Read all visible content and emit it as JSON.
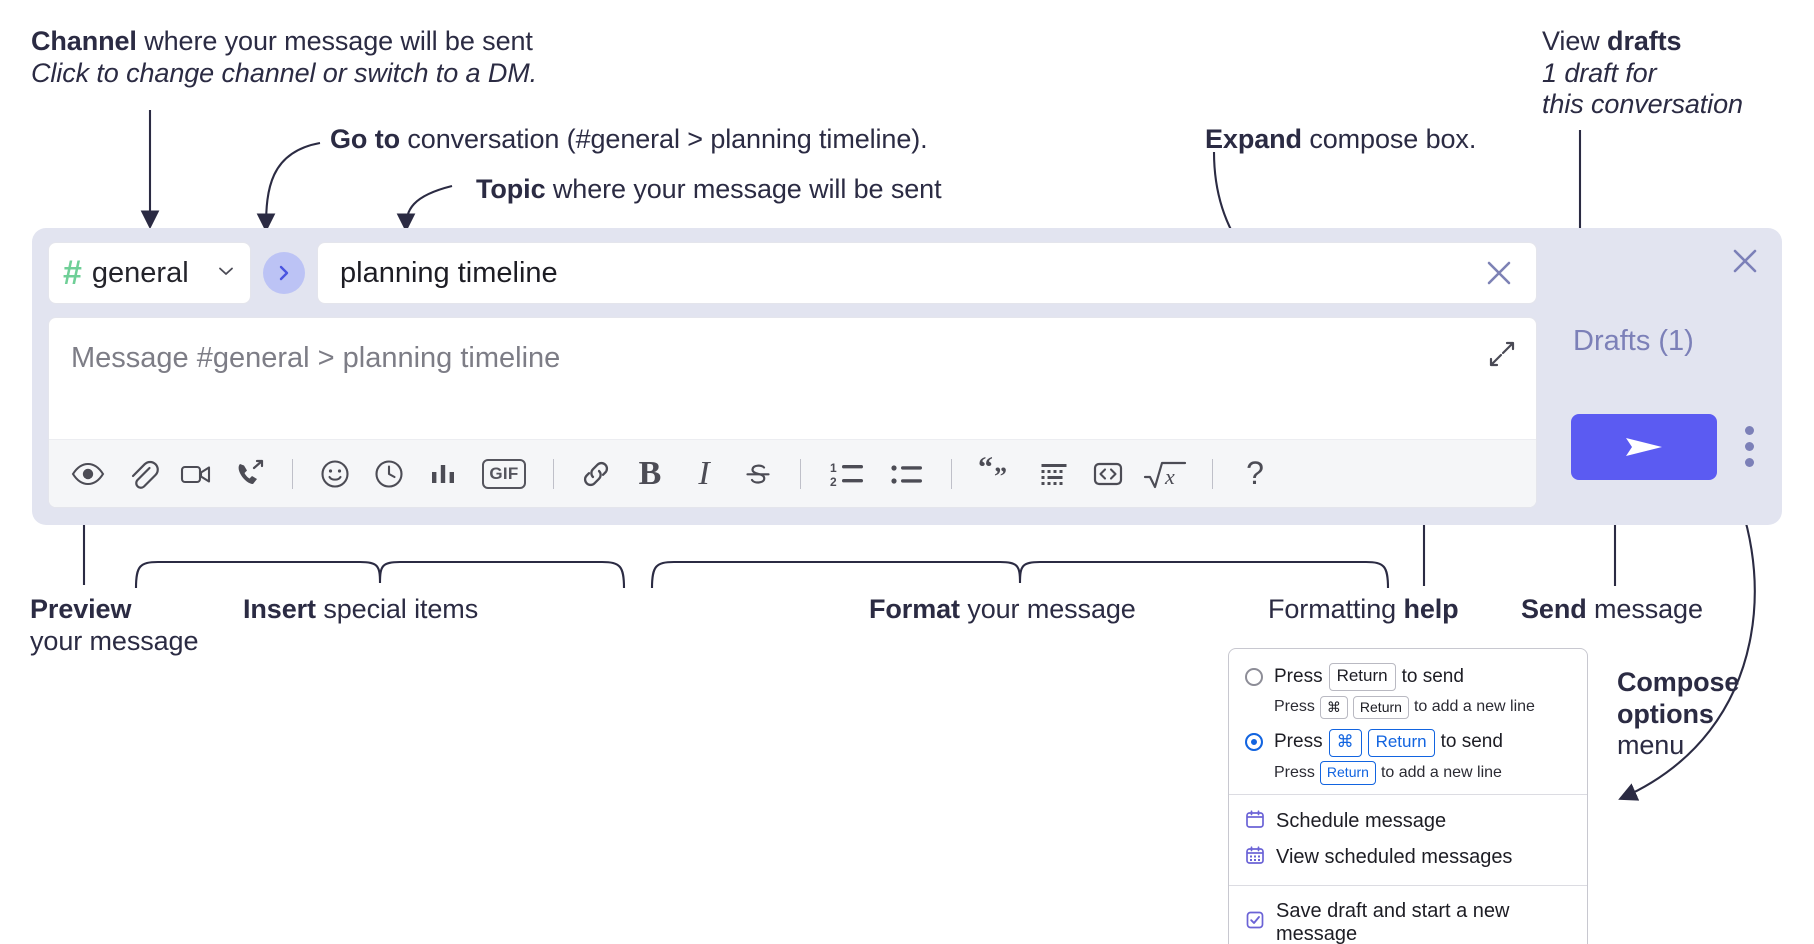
{
  "annotations": {
    "channel": {
      "bold": "Channel",
      "rest": " where your message will be sent",
      "italic": "Click to change channel or switch to a DM."
    },
    "goto": {
      "bold": "Go to",
      "rest": " conversation (#general > planning timeline)."
    },
    "topic": {
      "bold": "Topic",
      "rest": " where your message will be sent"
    },
    "expand": {
      "bold": "Expand",
      "rest": " compose box."
    },
    "drafts": {
      "line1a": "View ",
      "line1b": "drafts",
      "line2": "1 draft for",
      "line3": "this conversation"
    },
    "preview": {
      "bold": "Preview",
      "rest": "your message"
    },
    "insert": {
      "bold": "Insert",
      "rest": " special items"
    },
    "format": {
      "bold": "Format",
      "rest": " your message"
    },
    "help": {
      "rest": "Formatting ",
      "bold": "help"
    },
    "send": {
      "bold": "Send",
      "rest": " message"
    },
    "composeopts": {
      "line1": "Compose",
      "line2": "options",
      "line3": "menu"
    }
  },
  "compose": {
    "channel_name": "general",
    "channel_hash": "#",
    "topic_value": "planning timeline",
    "message_placeholder": "Message #general > planning timeline",
    "drafts_label": "Drafts (1)",
    "gif_label": "GIF",
    "bold_label": "B",
    "italic_label": "I",
    "help_label": "?",
    "toolbar_icons": [
      "preview-eye-icon",
      "attach-paperclip-icon",
      "video-camera-icon",
      "call-forward-icon",
      "emoji-icon",
      "clock-icon",
      "poll-bar-chart-icon",
      "gif-icon",
      "link-icon",
      "bold-icon",
      "italic-icon",
      "strikethrough-icon",
      "ordered-list-icon",
      "bulleted-list-icon",
      "blockquote-icon",
      "code-block-icon",
      "inline-code-icon",
      "math-icon",
      "formatting-help-icon"
    ]
  },
  "popup": {
    "option1": {
      "pre": "Press",
      "key": "Return",
      "post": "to send",
      "sub_pre": "Press",
      "sub_key1": "⌘",
      "sub_key2": "Return",
      "sub_post": "to add a new line"
    },
    "option2": {
      "pre": "Press",
      "key1": "⌘",
      "key2": "Return",
      "post": "to send",
      "sub_pre": "Press",
      "sub_key": "Return",
      "sub_post": "to add a new line"
    },
    "items": [
      {
        "label": "Schedule message",
        "icon": "calendar-schedule-icon"
      },
      {
        "label": "View scheduled messages",
        "icon": "calendar-grid-icon"
      },
      {
        "label": "Save draft and start a new message",
        "icon": "save-draft-icon"
      }
    ]
  },
  "colors": {
    "panel": "#e2e4f0",
    "send": "#5b5bf2",
    "hash_green": "#6fcf97",
    "goto_bg": "#bcc3f5",
    "drafts_text": "#7c80b8",
    "radio_blue": "#1264e0",
    "ink": "#2b2b43"
  }
}
